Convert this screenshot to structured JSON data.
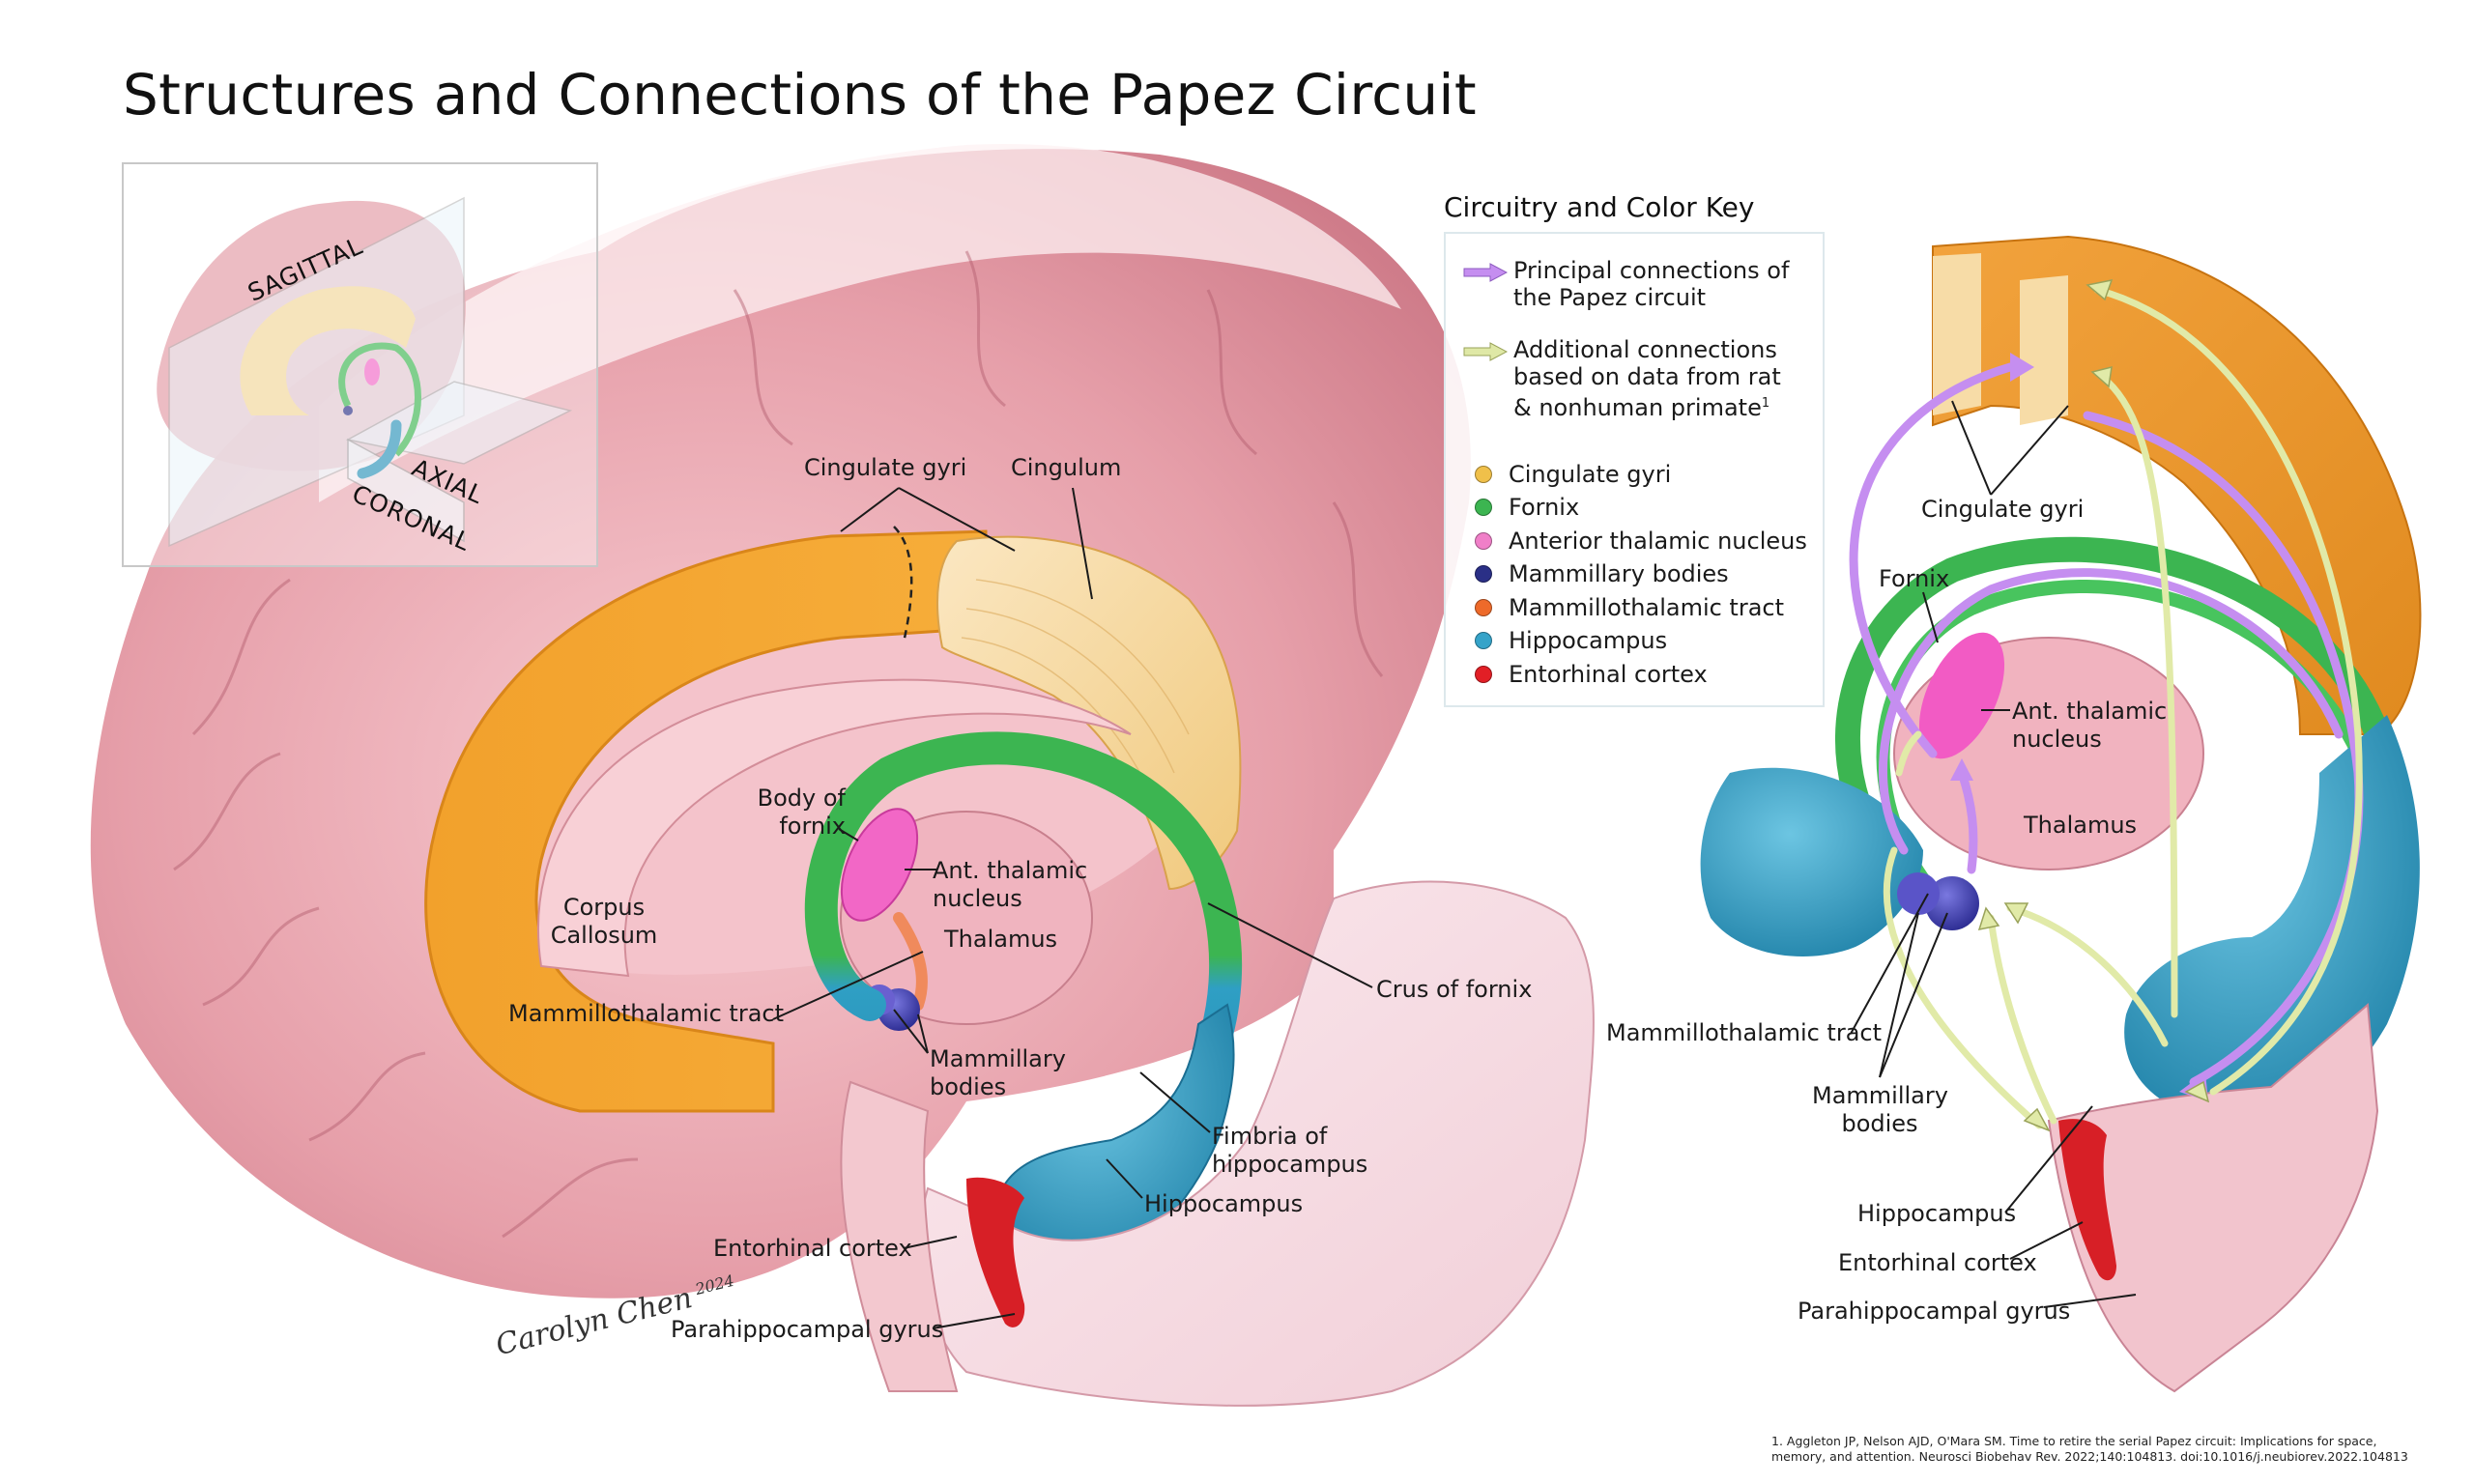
{
  "title": "Structures and Connections of the Papez Circuit",
  "inset": {
    "planes": [
      "SAGITTAL",
      "AXIAL",
      "CORONAL"
    ]
  },
  "main_diagram": {
    "labels": {
      "cingulate_gyri": "Cingulate gyri",
      "cingulum": "Cingulum",
      "body_of_fornix_1": "Body of",
      "body_of_fornix_2": "fornix",
      "corpus_callosum_1": "Corpus",
      "corpus_callosum_2": "Callosum",
      "ant_thalamic_1": "Ant. thalamic",
      "ant_thalamic_2": "nucleus",
      "thalamus": "Thalamus",
      "mammillothalamic_tract": "Mammillothalamic tract",
      "mammillary_1": "Mammillary",
      "mammillary_2": "bodies",
      "crus_of_fornix": "Crus of fornix",
      "fimbria_1": "Fimbria of",
      "fimbria_2": "hippocampus",
      "hippocampus": "Hippocampus",
      "entorhinal_cortex": "Entorhinal cortex",
      "parahippocampal_gyrus": "Parahippocampal gyrus"
    }
  },
  "key": {
    "title": "Circuitry and Color Key",
    "arrows": [
      {
        "label_1": "Principal connections of",
        "label_2": "the Papez circuit",
        "color": "#c58ef0"
      },
      {
        "label_1": "Additional connections",
        "label_2": "based on data from rat",
        "label_3": "& nonhuman primate",
        "superscript": "1",
        "color": "#dfe8a6"
      }
    ],
    "colors": [
      {
        "label": "Cingulate gyri",
        "color": "#f0c04a"
      },
      {
        "label": "Fornix",
        "color": "#3cb551"
      },
      {
        "label": "Anterior thalamic nucleus",
        "color": "#f07fc8"
      },
      {
        "label": "Mammillary bodies",
        "color": "#2a2f86"
      },
      {
        "label": "Mammillothalamic tract",
        "color": "#ee6a2a"
      },
      {
        "label": "Hippocampus",
        "color": "#35a3c9"
      },
      {
        "label": "Entorhinal cortex",
        "color": "#e21f26"
      }
    ]
  },
  "right_diagram": {
    "labels": {
      "cingulate_gyri": "Cingulate gyri",
      "fornix": "Fornix",
      "ant_thalamic_1": "Ant. thalamic",
      "ant_thalamic_2": "nucleus",
      "thalamus": "Thalamus",
      "mammillothalamic_tract": "Mammillothalamic tract",
      "mammillary_1": "Mammillary",
      "mammillary_2": "bodies",
      "hippocampus": "Hippocampus",
      "entorhinal_cortex": "Entorhinal cortex",
      "parahippocampal_gyrus": "Parahippocampal gyrus"
    }
  },
  "signature": {
    "name": "Carolyn Chen",
    "year": "2024"
  },
  "footnote": {
    "line1": "1. Aggleton JP, Nelson AJD, O'Mara SM. Time to retire the serial Papez circuit: Implications for space,",
    "line2": "memory, and attention. Neurosci Biobehav Rev. 2022;140:104813. doi:10.1016/j.neubiorev.2022.104813"
  }
}
